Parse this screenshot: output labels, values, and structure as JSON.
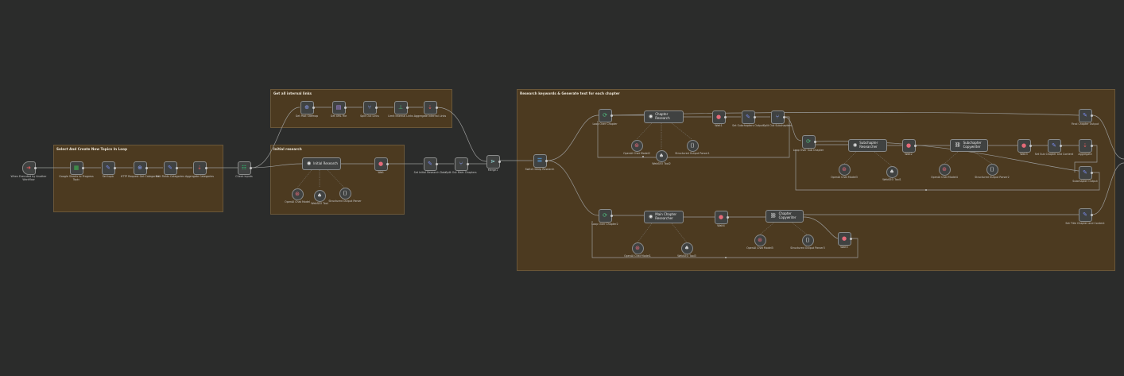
{
  "colors": {
    "canvas": "#2b2c2b",
    "sticky": "#4c3a20",
    "edge": "#9a9b9a",
    "node": "#404241"
  },
  "stickies": [
    {
      "id": "s1",
      "title": "Select And Create New Topics In Loop"
    },
    {
      "id": "s2",
      "title": "Get all internal links"
    },
    {
      "id": "s3",
      "title": "Initial research"
    },
    {
      "id": "s4",
      "title": "Research keywords & Generate text for each chapter"
    }
  ],
  "nodes": [
    {
      "id": "trigger",
      "label": "When Executed by Another Workflow",
      "icon": "trigger-icon",
      "glyph": "➜",
      "color": "#e35d5d"
    },
    {
      "id": "googlesheet",
      "label": "Google Sheets to Progress Topic",
      "sub": "",
      "icon": "sheets-icon",
      "glyph": "▦",
      "color": "#3fb24f"
    },
    {
      "id": "settopic",
      "label": "Set topic",
      "sub": "",
      "icon": "edit-icon",
      "glyph": "✎",
      "color": "#7a8cf0"
    },
    {
      "id": "httpcat",
      "label": "HTTP Request Get Categories",
      "icon": "globe-icon",
      "glyph": "⊕",
      "color": "#8ea1f5"
    },
    {
      "id": "editcat",
      "label": "Edit Fields Categories",
      "icon": "edit-icon",
      "glyph": "✎",
      "color": "#7a8cf0"
    },
    {
      "id": "aggcat",
      "label": "Aggregate Categories",
      "icon": "aggregate-icon",
      "glyph": "⇣",
      "color": "#e35d5d"
    },
    {
      "id": "checkinputs",
      "label": "Check inputs",
      "sub": "",
      "icon": "form-icon",
      "glyph": "☷",
      "color": "#2fbf71"
    },
    {
      "id": "getposts",
      "label": "Get Post Sitemap",
      "icon": "globe-icon",
      "glyph": "⊕",
      "color": "#8ea1f5"
    },
    {
      "id": "xmlfile",
      "label": "Get XML File",
      "sub": "",
      "icon": "file-icon",
      "glyph": "▤",
      "color": "#b191f5"
    },
    {
      "id": "splitlinks",
      "label": "Split Out Links",
      "icon": "split-icon",
      "glyph": "⑂",
      "color": "#8ea1f5"
    },
    {
      "id": "limitlinks",
      "label": "Limit Internal Links",
      "icon": "limit-icon",
      "glyph": "⊥",
      "color": "#4fc37f"
    },
    {
      "id": "agglinks",
      "label": "Aggregate Internal Links",
      "icon": "aggregate-icon",
      "glyph": "⇣",
      "color": "#e35d5d"
    },
    {
      "id": "initialresearch",
      "label": "Initial Research",
      "icon": "robot-icon",
      "glyph": "◉",
      "color": "#e8e8e8"
    },
    {
      "id": "wait1",
      "label": "Wait",
      "icon": "pause-icon",
      "glyph": "●",
      "color": "#e56a78"
    },
    {
      "id": "oai1",
      "label": "OpenAI Chat Model",
      "icon": "openai-icon",
      "glyph": "⊛",
      "color": "#e56a78"
    },
    {
      "id": "ws1",
      "label": "WebSEO Tool",
      "icon": "tool-icon",
      "glyph": "♠",
      "color": "#cfcfcf"
    },
    {
      "id": "sop1",
      "label": "Structured Output Parser",
      "icon": "code-icon",
      "glyph": "⟨⟩",
      "color": "#cfcfcf"
    },
    {
      "id": "setresearch",
      "label": "Set Initial Research Data",
      "sub": "",
      "icon": "edit-icon",
      "glyph": "✎",
      "color": "#7a8cf0"
    },
    {
      "id": "splitmain",
      "label": "Split Out Main Chapters",
      "icon": "split-icon",
      "glyph": "⑂",
      "color": "#8ea1f5"
    },
    {
      "id": "merge1",
      "label": "Merge1",
      "sub": "",
      "icon": "merge-icon",
      "glyph": "⋗",
      "color": "#9ee8e6"
    },
    {
      "id": "switchdeep",
      "label": "Switch Deep Research",
      "sub": "",
      "icon": "switch-icon",
      "glyph": "☰",
      "color": "#58a8f0"
    },
    {
      "id": "loopchapter",
      "label": "Loop Over Chapter",
      "icon": "loop-icon",
      "glyph": "⟳",
      "color": "#4fc37f"
    },
    {
      "id": "chapterresearch",
      "label": "Chapter Research",
      "icon": "robot-icon",
      "glyph": "◉",
      "color": "#e8e8e8"
    },
    {
      "id": "wait2",
      "label": "Wait1",
      "icon": "pause-icon",
      "glyph": "●",
      "color": "#e56a78"
    },
    {
      "id": "setsub",
      "label": "Set Subchapters Output",
      "icon": "edit-icon",
      "glyph": "✎",
      "color": "#7a8cf0"
    },
    {
      "id": "splitsub",
      "label": "Split Out Subchapters",
      "icon": "split-icon",
      "glyph": "⑂",
      "color": "#8ea1f5"
    },
    {
      "id": "oai2",
      "label": "OpenAI Chat Model2",
      "icon": "openai-icon",
      "glyph": "⊛",
      "color": "#e56a78"
    },
    {
      "id": "ws2",
      "label": "WebSEO Tool2",
      "icon": "tool-icon",
      "glyph": "♠",
      "color": "#cfcfcf"
    },
    {
      "id": "sop2",
      "label": "Structured Output Parser1",
      "icon": "code-icon",
      "glyph": "⟨⟩",
      "color": "#cfcfcf"
    },
    {
      "id": "loopsub",
      "label": "Loop Over Sub Chapter",
      "icon": "loop-icon",
      "glyph": "⟳",
      "color": "#4fc37f"
    },
    {
      "id": "subresearch",
      "label": "Subchapter Researcher",
      "icon": "robot-icon",
      "glyph": "◉",
      "color": "#e8e8e8"
    },
    {
      "id": "wait3",
      "label": "Wait2",
      "icon": "pause-icon",
      "glyph": "●",
      "color": "#e56a78"
    },
    {
      "id": "subcopy",
      "label": "Subchapter Copywriter",
      "icon": "link-icon",
      "glyph": "⛓",
      "color": "#e8e8e8"
    },
    {
      "id": "wait4",
      "label": "Wait3",
      "icon": "pause-icon",
      "glyph": "●",
      "color": "#e56a78"
    },
    {
      "id": "setsubcontent",
      "label": "Set Sub Chapter and Content",
      "icon": "edit-icon",
      "glyph": "✎",
      "color": "#7a8cf0"
    },
    {
      "id": "aggsub",
      "label": "Aggregate",
      "icon": "aggregate-icon",
      "glyph": "⇣",
      "color": "#e35d5d"
    },
    {
      "id": "subchapout",
      "label": "Subchapter Output",
      "icon": "edit-icon",
      "glyph": "✎",
      "color": "#7a8cf0"
    },
    {
      "id": "finalchap",
      "label": "Final Chapter Output",
      "icon": "edit-icon",
      "glyph": "✎",
      "color": "#7a8cf0"
    },
    {
      "id": "oai3",
      "label": "OpenAI Chat Model3",
      "icon": "openai-icon",
      "glyph": "⊛",
      "color": "#e56a78"
    },
    {
      "id": "ws3",
      "label": "WebSEO Tool1",
      "icon": "tool-icon",
      "glyph": "♠",
      "color": "#cfcfcf"
    },
    {
      "id": "oai4",
      "label": "OpenAI Chat Model4",
      "icon": "openai-icon",
      "glyph": "⊛",
      "color": "#e56a78"
    },
    {
      "id": "sop3",
      "label": "Structured Output Parser2",
      "icon": "code-icon",
      "glyph": "⟨⟩",
      "color": "#cfcfcf"
    },
    {
      "id": "loopchapter2",
      "label": "Loop Over Chapter2",
      "icon": "loop-icon",
      "glyph": "⟳",
      "color": "#4fc37f"
    },
    {
      "id": "mainchapter",
      "label": "Main Chapter Researcher",
      "icon": "robot-icon",
      "glyph": "◉",
      "color": "#e8e8e8"
    },
    {
      "id": "wait5",
      "label": "Wait4",
      "icon": "pause-icon",
      "glyph": "●",
      "color": "#e56a78"
    },
    {
      "id": "chaptercopy",
      "label": "Chapter Copywriter",
      "icon": "link-icon",
      "glyph": "⛓",
      "color": "#e8e8e8"
    },
    {
      "id": "settitle",
      "label": "Set Title Chapter and Content",
      "icon": "edit-icon",
      "glyph": "✎",
      "color": "#7a8cf0"
    },
    {
      "id": "oai5",
      "label": "OpenAI Chat Model1",
      "icon": "openai-icon",
      "glyph": "⊛",
      "color": "#e56a78"
    },
    {
      "id": "ws4",
      "label": "WebSEO Tool3",
      "icon": "tool-icon",
      "glyph": "♠",
      "color": "#cfcfcf"
    },
    {
      "id": "oai6",
      "label": "OpenAI Chat Model5",
      "icon": "openai-icon",
      "glyph": "⊛",
      "color": "#e56a78"
    },
    {
      "id": "sop4",
      "label": "Structured Output Parser3",
      "icon": "code-icon",
      "glyph": "⟨⟩",
      "color": "#cfcfcf"
    },
    {
      "id": "wait6",
      "label": "Wait5",
      "icon": "pause-icon",
      "glyph": "●",
      "color": "#e56a78"
    }
  ]
}
